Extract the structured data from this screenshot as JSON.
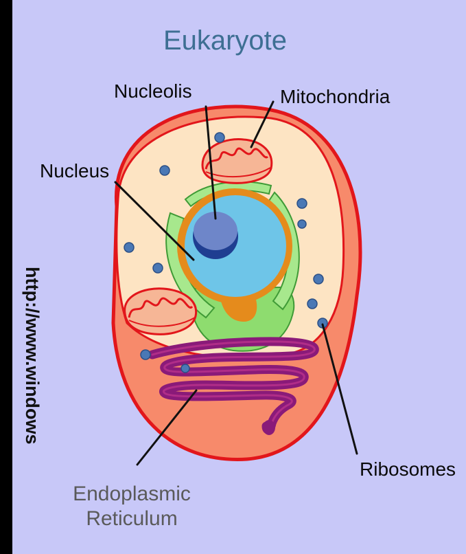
{
  "diagram": {
    "title": "Eukaryote",
    "labels": {
      "nucleolis": "Nucleolis",
      "mitochondria": "Mitochondria",
      "nucleus": "Nucleus",
      "ribosomes": "Ribosomes",
      "endoplasmic_line1": "Endoplasmic",
      "endoplasmic_line2": "Reticulum"
    },
    "watermark": "http://www.windows"
  },
  "colors": {
    "background": "#c8c8f8",
    "frame": "#000000",
    "title": "#3e6f93",
    "cell_outer": "#f78a6b",
    "cell_inner": "#fde4c3",
    "cell_border": "#e2161b",
    "nucleus": "#6ec5e8",
    "nuclear_envelope": "#e58b1c",
    "er_green": "#8edc6f",
    "nucleolus": "#3a5ba8",
    "ribosome": "#4a78b5",
    "er_purple": "#8a1a79",
    "grey_label": "#5a5a5a"
  }
}
